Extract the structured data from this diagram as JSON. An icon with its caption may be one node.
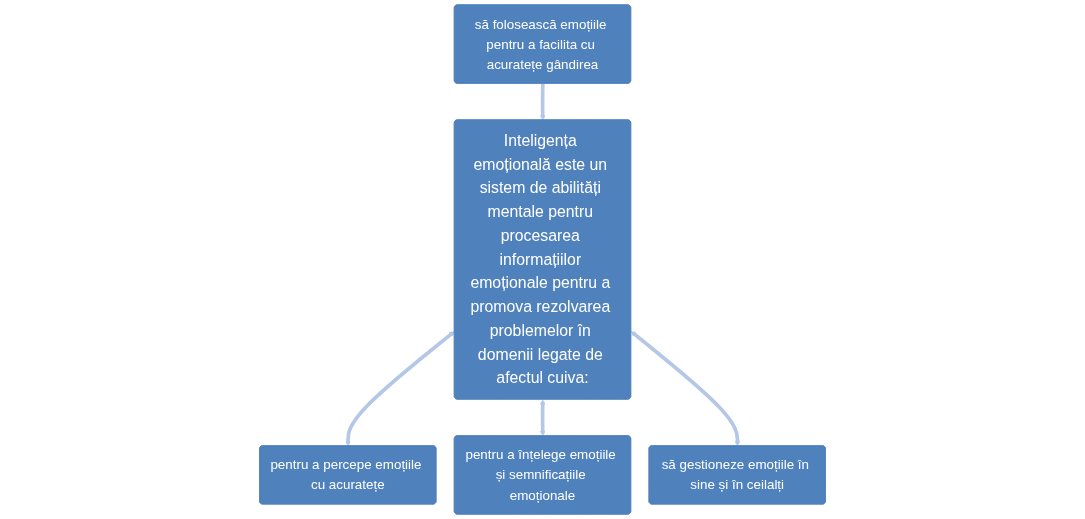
{
  "diagram": {
    "nodes": [
      {
        "text": [
          "Inteligența emoțională este un sistem de abilități mentale pentru procesarea informațiilor emoționale pentru a promova rezolvarea problemelor în domenii legate de afectul cuiva:"
        ]
      },
      {
        "text": [
          "pentru a percepe emoțiile cu acuratețe"
        ]
      },
      {
        "text": [
          "să folosească emoțiile pentru a facilita cu acuratețe gândirea"
        ]
      },
      {
        "text": [
          "pentru a înțelege emoțiile și semnificațiile emoționale"
        ]
      },
      {
        "text": [
          "să gestioneze emoțiile în sine și în ceilalți"
        ]
      }
    ],
    "edges": [
      {
        "from": 0,
        "to": 1,
        "arrow": "both"
      },
      {
        "from": 0,
        "to": 3,
        "arrow": "both"
      },
      {
        "from": 0,
        "to": 4,
        "arrow": "both"
      },
      {
        "from": 2,
        "to": 0,
        "arrow": "to"
      }
    ]
  }
}
